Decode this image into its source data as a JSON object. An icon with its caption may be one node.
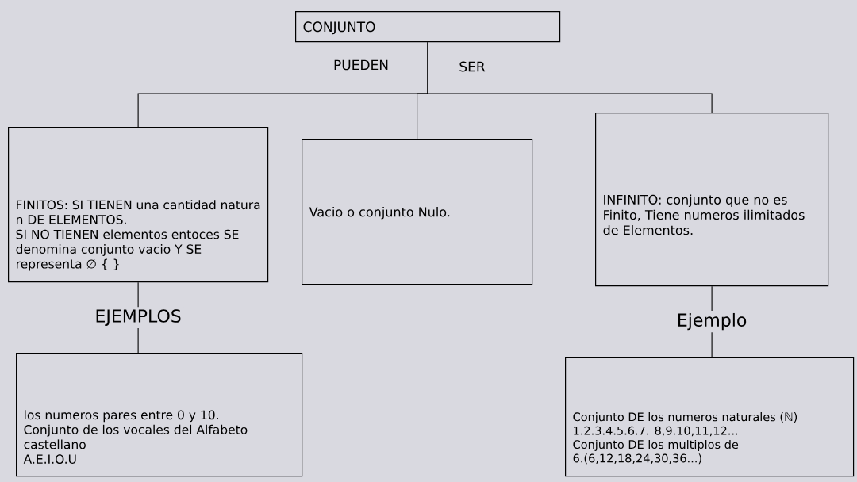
{
  "diagram": {
    "nodes": [
      {
        "text": [
          "CONJUNTO"
        ]
      },
      {
        "text": [
          "FINITOS: SI TIENEN una cantidad natura n DE ELEMENTOS.",
          "SI NO TIENEN elementos entoces SE denomina conjunto vacio Y SE representa ∅ { }"
        ]
      },
      {
        "text": [
          "Vacio o conjunto Nulo."
        ]
      },
      {
        "text": [
          "INFINITO: conjunto que no es Finito, Tiene numeros ilimitados de Elementos."
        ]
      },
      {
        "text": [
          "los numeros pares entre 0 y 10.",
          "Conjunto de los vocales del Alfabeto castellano",
          "A.E.I.O.U"
        ]
      },
      {
        "text": [
          "Conjunto DE los numeros naturales (ℕ) 1.2.3.4.5.6.7. 8,9.10,11,12...",
          "Conjunto DE los multiplos de 6.(6,12,18,24,30,36...)"
        ]
      }
    ],
    "edges": [
      {
        "from": 0,
        "to": 1,
        "arrow": "none"
      },
      {
        "from": 0,
        "to": 2,
        "arrow": "none"
      },
      {
        "from": 0,
        "to": 3,
        "arrow": "none"
      },
      {
        "from": 1,
        "to": 4,
        "arrow": "none",
        "label": "EJEMPLOS"
      },
      {
        "from": 3,
        "to": 5,
        "arrow": "none",
        "label": "Ejemplo"
      }
    ],
    "labels": [
      "PUEDEN",
      "SER"
    ]
  }
}
